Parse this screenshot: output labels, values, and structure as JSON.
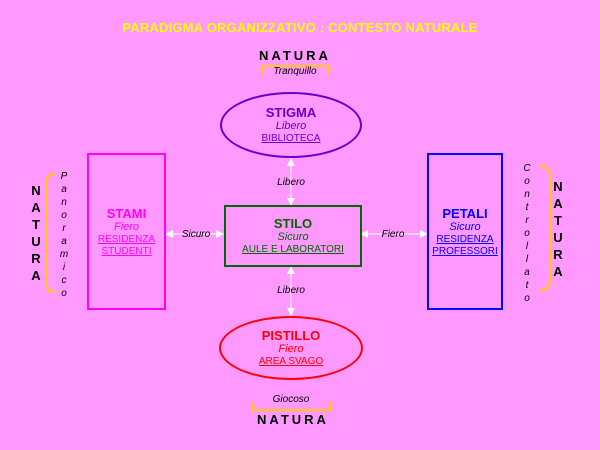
{
  "title": "PARADIGMA ORGANIZZATIVO : CONTESTO NATURALE",
  "natura_label": "NATURA",
  "natura_letters": [
    "N",
    "A",
    "T",
    "U",
    "R",
    "A"
  ],
  "top_nature": {
    "quality": "Tranquillo"
  },
  "bottom_nature": {
    "quality": "Giocoso"
  },
  "left_nature": {
    "letters": [
      "P",
      "a",
      "n",
      "o",
      "r",
      "a",
      "m",
      "i",
      "c",
      "o"
    ]
  },
  "right_nature": {
    "letters": [
      "C",
      "o",
      "n",
      "t",
      "r",
      "o",
      "l",
      "l",
      "a",
      "t",
      "o"
    ]
  },
  "stigma": {
    "name": "STIGMA",
    "quality": "Libero",
    "place": "BIBLIOTECA"
  },
  "stilo": {
    "name": "STILO",
    "quality": "Sicuro",
    "place": "AULE E LABORATORI"
  },
  "stami": {
    "name": "STAMI",
    "quality": "Fiero",
    "place_line1": "RESIDENZA",
    "place_line2": "STUDENTI"
  },
  "petali": {
    "name": "PETALI",
    "quality": "Sicuro",
    "place_line1": "RESIDENZA",
    "place_line2": "PROFESSORI"
  },
  "pistillo": {
    "name": "PISTILLO",
    "quality": "Fiero",
    "place": "AREA SVAGO"
  },
  "edges": {
    "top": "Libero",
    "bottom": "Libero",
    "left": "Sicuro",
    "right": "Fiero"
  },
  "colors": {
    "background": "#ff99ff",
    "title": "#ffff00",
    "stigma": "#6600cc",
    "stilo": "#006600",
    "stami": "#ff00ff",
    "petali": "#0000ff",
    "pistillo": "#ff0000",
    "bracket": "#ffcc00"
  }
}
